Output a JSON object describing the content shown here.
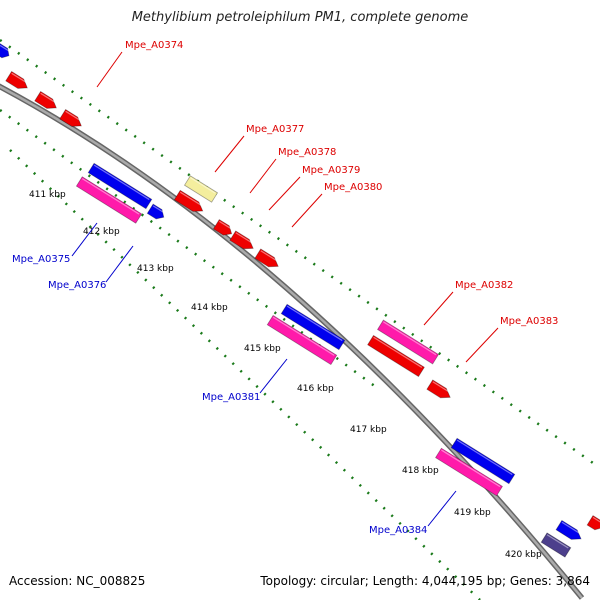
{
  "title": "Methylibium petroleiphilum PM1, complete genome",
  "footer": {
    "accession": "Accession: NC_008825",
    "summary": "Topology: circular; Length: 4,044,195 bp; Genes: 3,864"
  },
  "colors": {
    "forward": "#0000ee",
    "reverse": "#ee0000",
    "cds": "#ff1aaa",
    "pseudo": "#f4ee9e",
    "dark": "#4c3f8c",
    "label_red": "#dd0000",
    "label_blue": "#0000cc",
    "backbone": "#888888",
    "dots": "#1a7a1a"
  },
  "ticks": [
    "411 kbp",
    "412 kbp",
    "413 kbp",
    "414 kbp",
    "415 kbp",
    "416 kbp",
    "417 kbp",
    "418 kbp",
    "419 kbp",
    "420 kbp"
  ],
  "labels": [
    "Mpe_A0374",
    "Mpe_A0377",
    "Mpe_A0378",
    "Mpe_A0379",
    "Mpe_A0380",
    "Mpe_A0382",
    "Mpe_A0383",
    "Mpe_A0375",
    "Mpe_A0376",
    "Mpe_A0381",
    "Mpe_A0384"
  ]
}
